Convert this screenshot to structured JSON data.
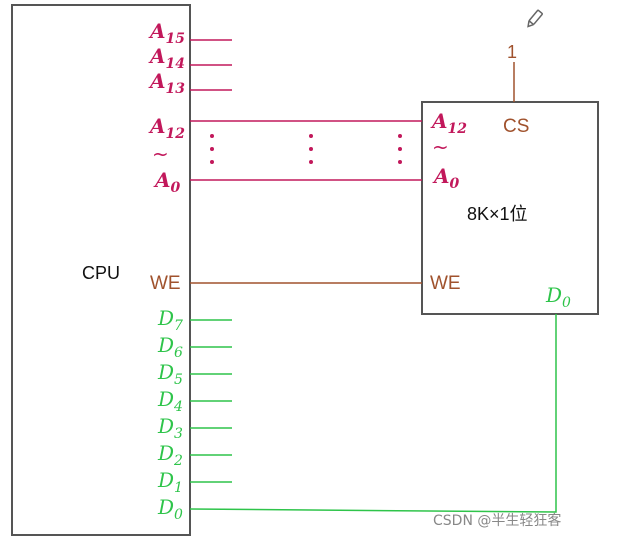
{
  "cpu": {
    "label": "CPU"
  },
  "chip": {
    "label": "8K×1位"
  },
  "cs": {
    "label": "CS",
    "value": "1"
  },
  "cpu_addr_high": [
    {
      "base": "A",
      "sub": "15"
    },
    {
      "base": "A",
      "sub": "14"
    },
    {
      "base": "A",
      "sub": "13"
    }
  ],
  "cpu_addr_low": {
    "top": {
      "base": "A",
      "sub": "12"
    },
    "tilde": "~",
    "bottom": {
      "base": "A",
      "sub": "0"
    }
  },
  "chip_addr": {
    "top": {
      "base": "A",
      "sub": "12"
    },
    "tilde": "~",
    "bottom": {
      "base": "A",
      "sub": "0"
    }
  },
  "we": {
    "cpu_label": "WE",
    "chip_label": "WE"
  },
  "cpu_data": [
    {
      "base": "D",
      "sub": "7"
    },
    {
      "base": "D",
      "sub": "6"
    },
    {
      "base": "D",
      "sub": "5"
    },
    {
      "base": "D",
      "sub": "4"
    },
    {
      "base": "D",
      "sub": "3"
    },
    {
      "base": "D",
      "sub": "2"
    },
    {
      "base": "D",
      "sub": "1"
    },
    {
      "base": "D",
      "sub": "0"
    }
  ],
  "chip_data": {
    "base": "D",
    "sub": "0"
  },
  "watermark": "CSDN @半生轻狂客",
  "colors": {
    "address": "#c2185b",
    "data": "#2ec44a",
    "control": "#a0522d",
    "box": "#555555"
  },
  "icons": {
    "edit": "pencil-icon"
  }
}
